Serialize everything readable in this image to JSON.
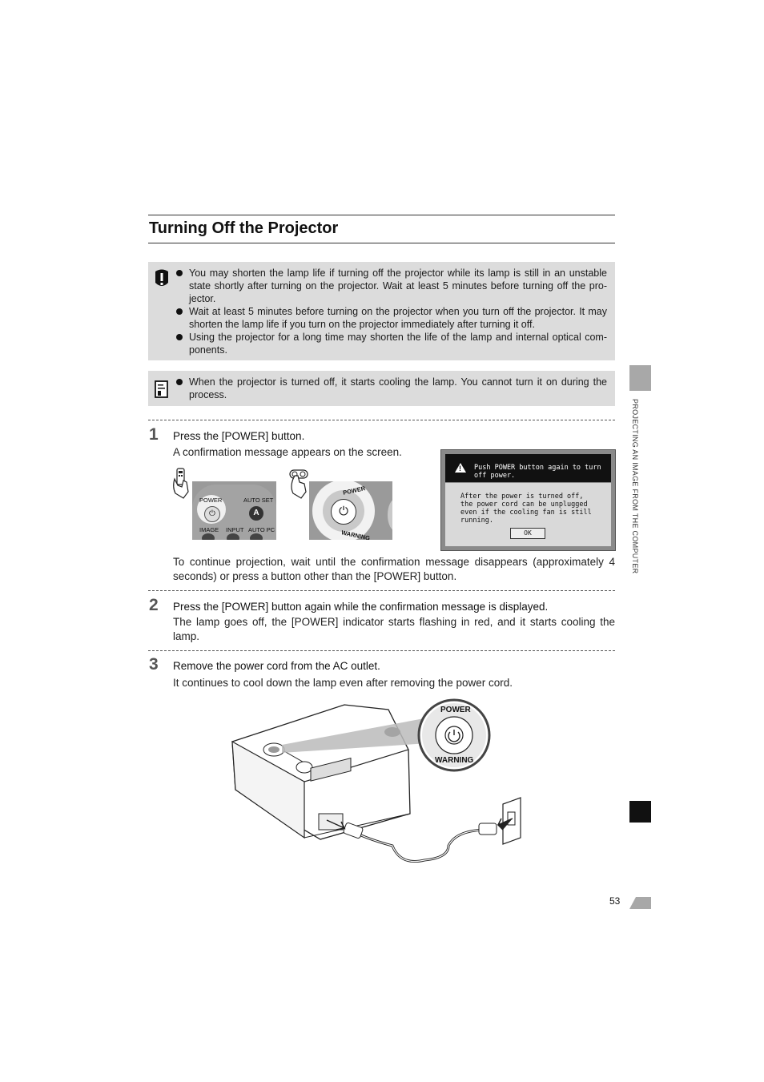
{
  "section": {
    "title": "Turning Off the Projector"
  },
  "caution": {
    "icon": "caution-icon",
    "items": [
      "You may shorten the lamp life if turning off the projector while its lamp is still in an unstable state shortly after turning on the projector. Wait at least 5 minutes before turning off the pro-jector.",
      "Wait at least 5 minutes before turning on the projector when you turn off the projector. It may shorten the lamp life if you turn on the projector immediately after turning it off.",
      "Using the projector for a long time may shorten the life of the lamp and internal optical com-ponents."
    ]
  },
  "memo": {
    "icon": "memo-icon",
    "items": [
      "When the projector is turned off, it starts cooling the lamp. You cannot turn it on during the process."
    ]
  },
  "steps": [
    {
      "number": "1",
      "heading": "Press the [POWER] button.",
      "body": "A confirmation message appears on the screen.",
      "after": "To continue projection, wait until the confirmation message disappears (approximately 4 seconds) or press a button other than the [POWER] button."
    },
    {
      "number": "2",
      "heading": "Press the [POWER] button again while the confirmation message is displayed.",
      "body": "The lamp goes off, the [POWER] indicator starts flashing in red, and it starts cooling the lamp."
    },
    {
      "number": "3",
      "heading": "Remove the power cord from the AC outlet.",
      "body": "It continues to cool down the lamp even after removing the power cord."
    }
  ],
  "remote_photo": {
    "labels": [
      "POWER",
      "AUTO SET",
      "IMAGE",
      "INPUT",
      "AUTO PC"
    ]
  },
  "panel_photo": {
    "labels": [
      "POWER",
      "WARNING"
    ]
  },
  "dialog": {
    "header": "Push POWER button again to turn off power.",
    "lines": [
      "After the power is turned off,",
      "the power cord can be unplugged",
      "even if the cooling fan is still running."
    ],
    "ok_label": "OK"
  },
  "projector_illustration": {
    "callout_top": "POWER",
    "callout_bottom": "WARNING"
  },
  "side_label": "PROJECTING AN IMAGE FROM THE COMPUTER",
  "page_number": "53"
}
